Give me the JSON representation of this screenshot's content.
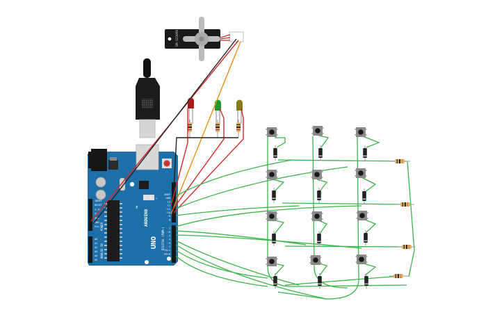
{
  "servo": {
    "model_label": "SM-S2309S"
  },
  "arduino": {
    "brand": "ARDUINO",
    "model": "UNO",
    "digital_header": "DIGITAL (PWM~)",
    "power_header": "POWER",
    "analog_header": "ANALOG IN",
    "on_label": "ON",
    "tx_label": "TX",
    "rx_label": "RX",
    "l_label": "L",
    "pins_top": [
      "AREF",
      "GND",
      "13",
      "12",
      "~11",
      "~10",
      "~9",
      "8"
    ],
    "pins_bottom": [
      "7",
      "~6",
      "~5",
      "4",
      "~3",
      "2",
      "TX▸1",
      "RX◂0"
    ],
    "power_pins": [
      "IOREF",
      "RESET",
      "3.3V",
      "5V",
      "GND",
      "GND",
      "Vin"
    ],
    "analog_pins": [
      "A0",
      "A1",
      "A2",
      "A3",
      "A4",
      "A5"
    ]
  },
  "colors": {
    "board": "#1d6fa8",
    "wire_red": "#d22a2a",
    "wire_black": "#222222",
    "wire_orange": "#e8900c",
    "wire_green": "#3cb548",
    "led_red": "#a81a1a",
    "led_green": "#1e9a2a",
    "led_yellow": "#8a7a18"
  }
}
